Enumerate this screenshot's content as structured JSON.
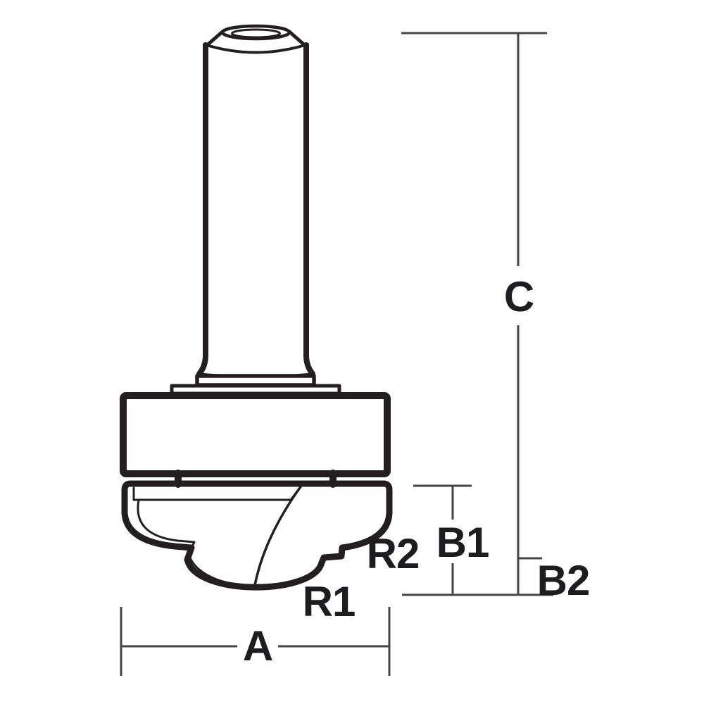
{
  "title": "Router bit dimension diagram",
  "labels": {
    "a": "A",
    "b1": "B1",
    "b2": "B2",
    "c": "C",
    "r1": "R1",
    "r2": "R2"
  },
  "colors": {
    "line": "#231f20",
    "dimension": "#454547",
    "label_text": "#1d1d1f",
    "background": "#ffffff"
  }
}
